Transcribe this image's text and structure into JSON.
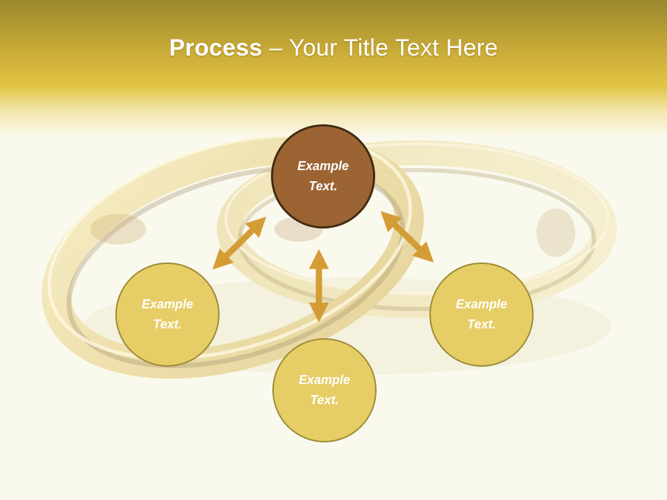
{
  "slide": {
    "title_bold": "Process",
    "title_rest": " – Your Title Text Here"
  },
  "diagram": {
    "center": {
      "line1": "Example",
      "line2": "Text."
    },
    "left": {
      "line1": "Example",
      "line2": "Text."
    },
    "right": {
      "line1": "Example",
      "line2": "Text."
    },
    "bottom": {
      "line1": "Example",
      "line2": "Text."
    }
  },
  "colors": {
    "header_gold": "#c7a937",
    "center_fill": "#9c6432",
    "node_fill": "#e6cd66",
    "node_border": "#9b8a33",
    "arrow": "#d49c35"
  }
}
